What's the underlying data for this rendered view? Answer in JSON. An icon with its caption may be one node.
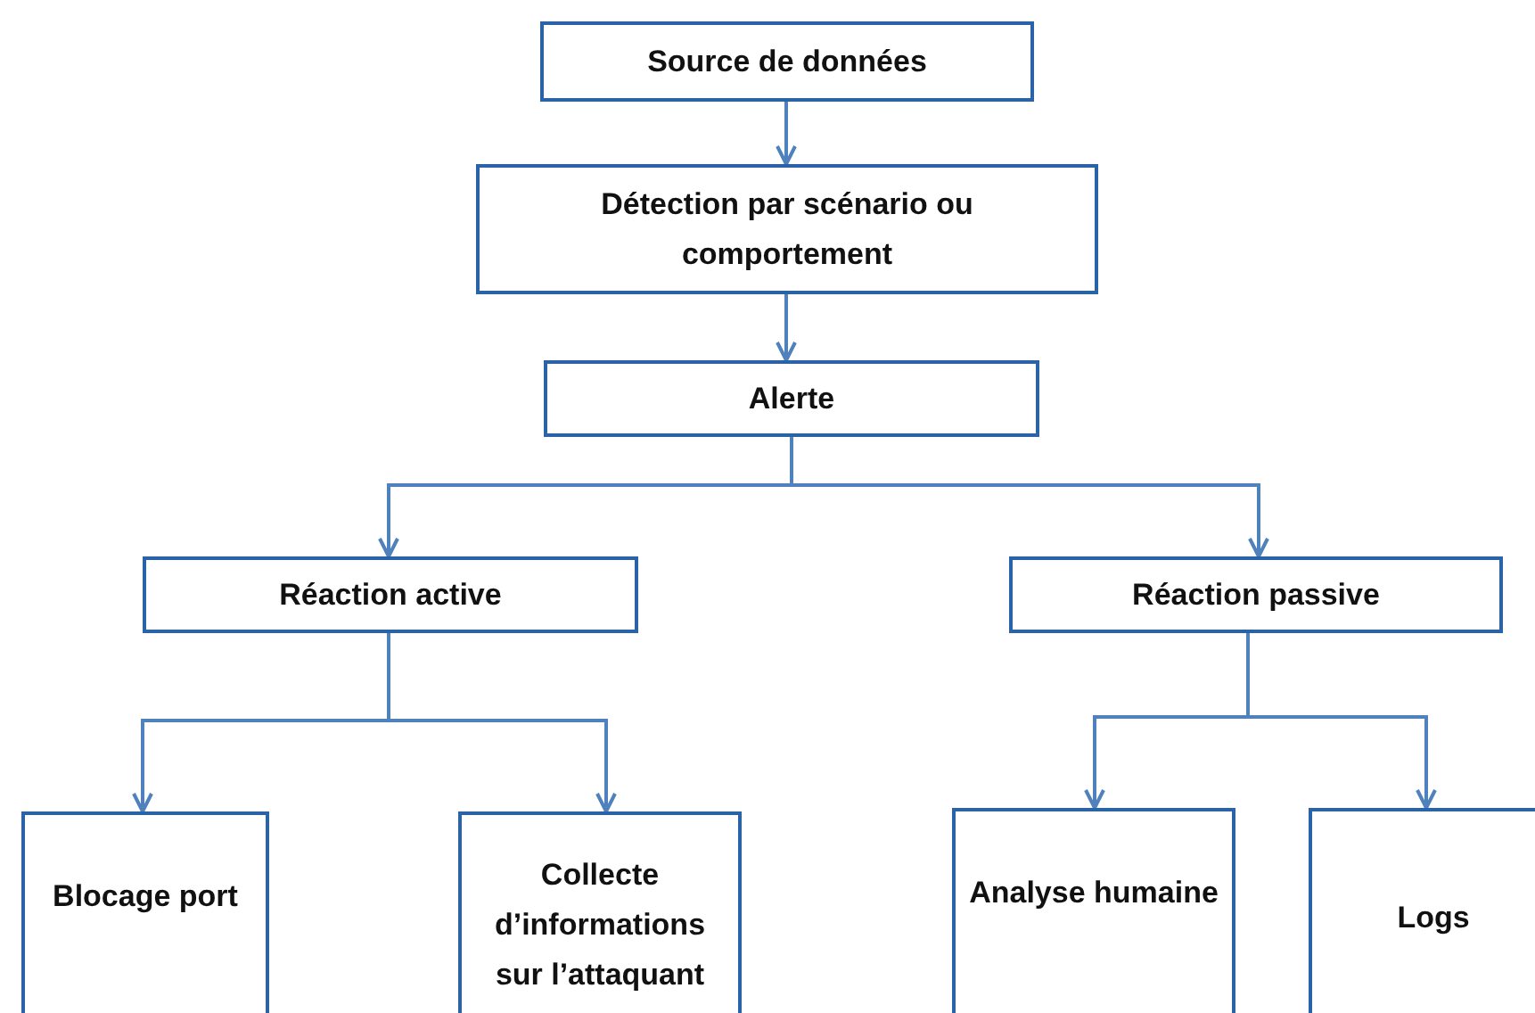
{
  "diagram": {
    "nodes": [
      {
        "text": [
          "Source de données"
        ]
      },
      {
        "text": [
          "Détection par scénario ou comportement"
        ]
      },
      {
        "text": [
          "Alerte"
        ]
      },
      {
        "text": [
          "Réaction active"
        ]
      },
      {
        "text": [
          "Réaction passive"
        ]
      },
      {
        "text": [
          "Blocage port"
        ]
      },
      {
        "text": [
          "Collecte d’informations sur l’attaquant"
        ]
      },
      {
        "text": [
          "Analyse humaine"
        ]
      },
      {
        "text": [
          "Logs"
        ]
      }
    ],
    "edges": [
      {
        "from": 0,
        "to": 1,
        "arrow": "to"
      },
      {
        "from": 1,
        "to": 2,
        "arrow": "to"
      },
      {
        "from": 2,
        "to": 3,
        "arrow": "to"
      },
      {
        "from": 2,
        "to": 4,
        "arrow": "to"
      },
      {
        "from": 3,
        "to": 5,
        "arrow": "to"
      },
      {
        "from": 3,
        "to": 6,
        "arrow": "to"
      },
      {
        "from": 4,
        "to": 7,
        "arrow": "to"
      },
      {
        "from": 4,
        "to": 8,
        "arrow": "to"
      }
    ]
  }
}
